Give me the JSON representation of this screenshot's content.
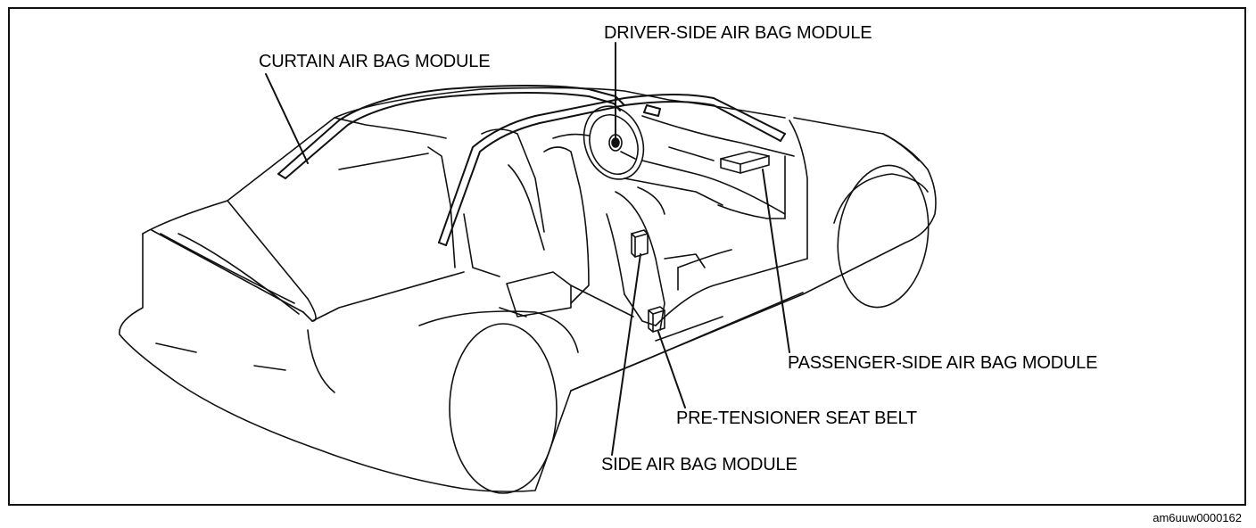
{
  "labels": {
    "curtain": "CURTAIN AIR BAG MODULE",
    "driver": "DRIVER-SIDE AIR BAG MODULE",
    "passenger": "PASSENGER-SIDE AIR BAG MODULE",
    "pretensioner": "PRE-TENSIONER SEAT BELT",
    "side": "SIDE AIR BAG MODULE"
  },
  "figure_id": "am6uuw0000162"
}
